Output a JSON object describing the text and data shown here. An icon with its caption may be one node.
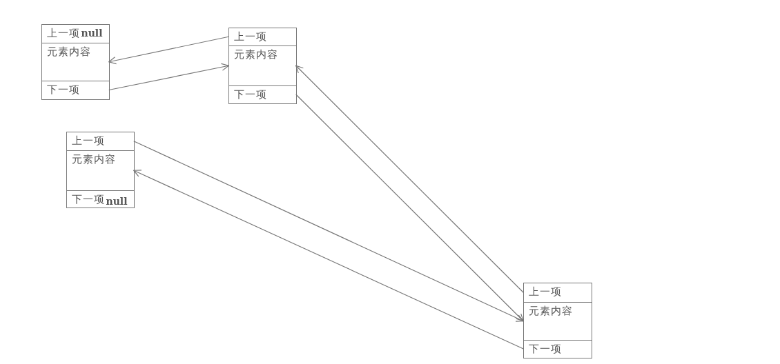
{
  "diagram": {
    "nodes": [
      {
        "text": [],
        "shape": "box"
      },
      {
        "text": [
          "上一项",
          "null"
        ],
        "in": 0
      },
      {
        "text": [
          "元素内容"
        ],
        "in": 0
      },
      {
        "text": [
          "下一项"
        ],
        "in": 0
      },
      {
        "text": [],
        "shape": "box"
      },
      {
        "text": [
          "上一项"
        ],
        "in": 4
      },
      {
        "text": [
          "元素内容"
        ],
        "in": 4
      },
      {
        "text": [
          "下一项"
        ],
        "in": 4
      },
      {
        "text": [],
        "shape": "box"
      },
      {
        "text": [
          "上一项"
        ],
        "in": 8
      },
      {
        "text": [
          "元素内容"
        ],
        "in": 8
      },
      {
        "text": [
          "下一项",
          "null"
        ],
        "in": 8
      },
      {
        "text": [],
        "shape": "box"
      },
      {
        "text": [
          "上一项"
        ],
        "in": 12
      },
      {
        "text": [
          "元素内容"
        ],
        "in": 12
      },
      {
        "text": [
          "下一项"
        ],
        "in": 12
      }
    ],
    "edges": [
      {
        "from": 5,
        "to": 2,
        "arrow": "to"
      },
      {
        "from": 3,
        "to": 6,
        "arrow": "to"
      },
      {
        "from": 13,
        "to": 6,
        "arrow": "to"
      },
      {
        "from": 7,
        "to": 14,
        "arrow": "to"
      },
      {
        "from": 9,
        "to": 14,
        "arrow": "to"
      },
      {
        "from": 15,
        "to": 10,
        "arrow": "to"
      }
    ]
  }
}
